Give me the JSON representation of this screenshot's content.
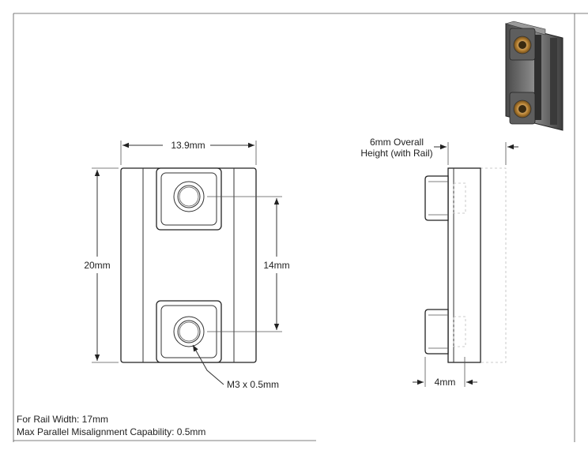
{
  "dimensions": {
    "width_label": "13.9mm",
    "height_label": "20mm",
    "hole_spacing_label": "14mm",
    "thread_label": "M3 x 0.5mm",
    "overall_height_line1": "6mm Overall",
    "overall_height_line2": "Height (with Rail)",
    "side_boss_label": "4mm"
  },
  "notes": {
    "rail_width": "For Rail Width: 17mm",
    "misalignment": "Max Parallel Misalignment Capability: 0.5mm"
  }
}
